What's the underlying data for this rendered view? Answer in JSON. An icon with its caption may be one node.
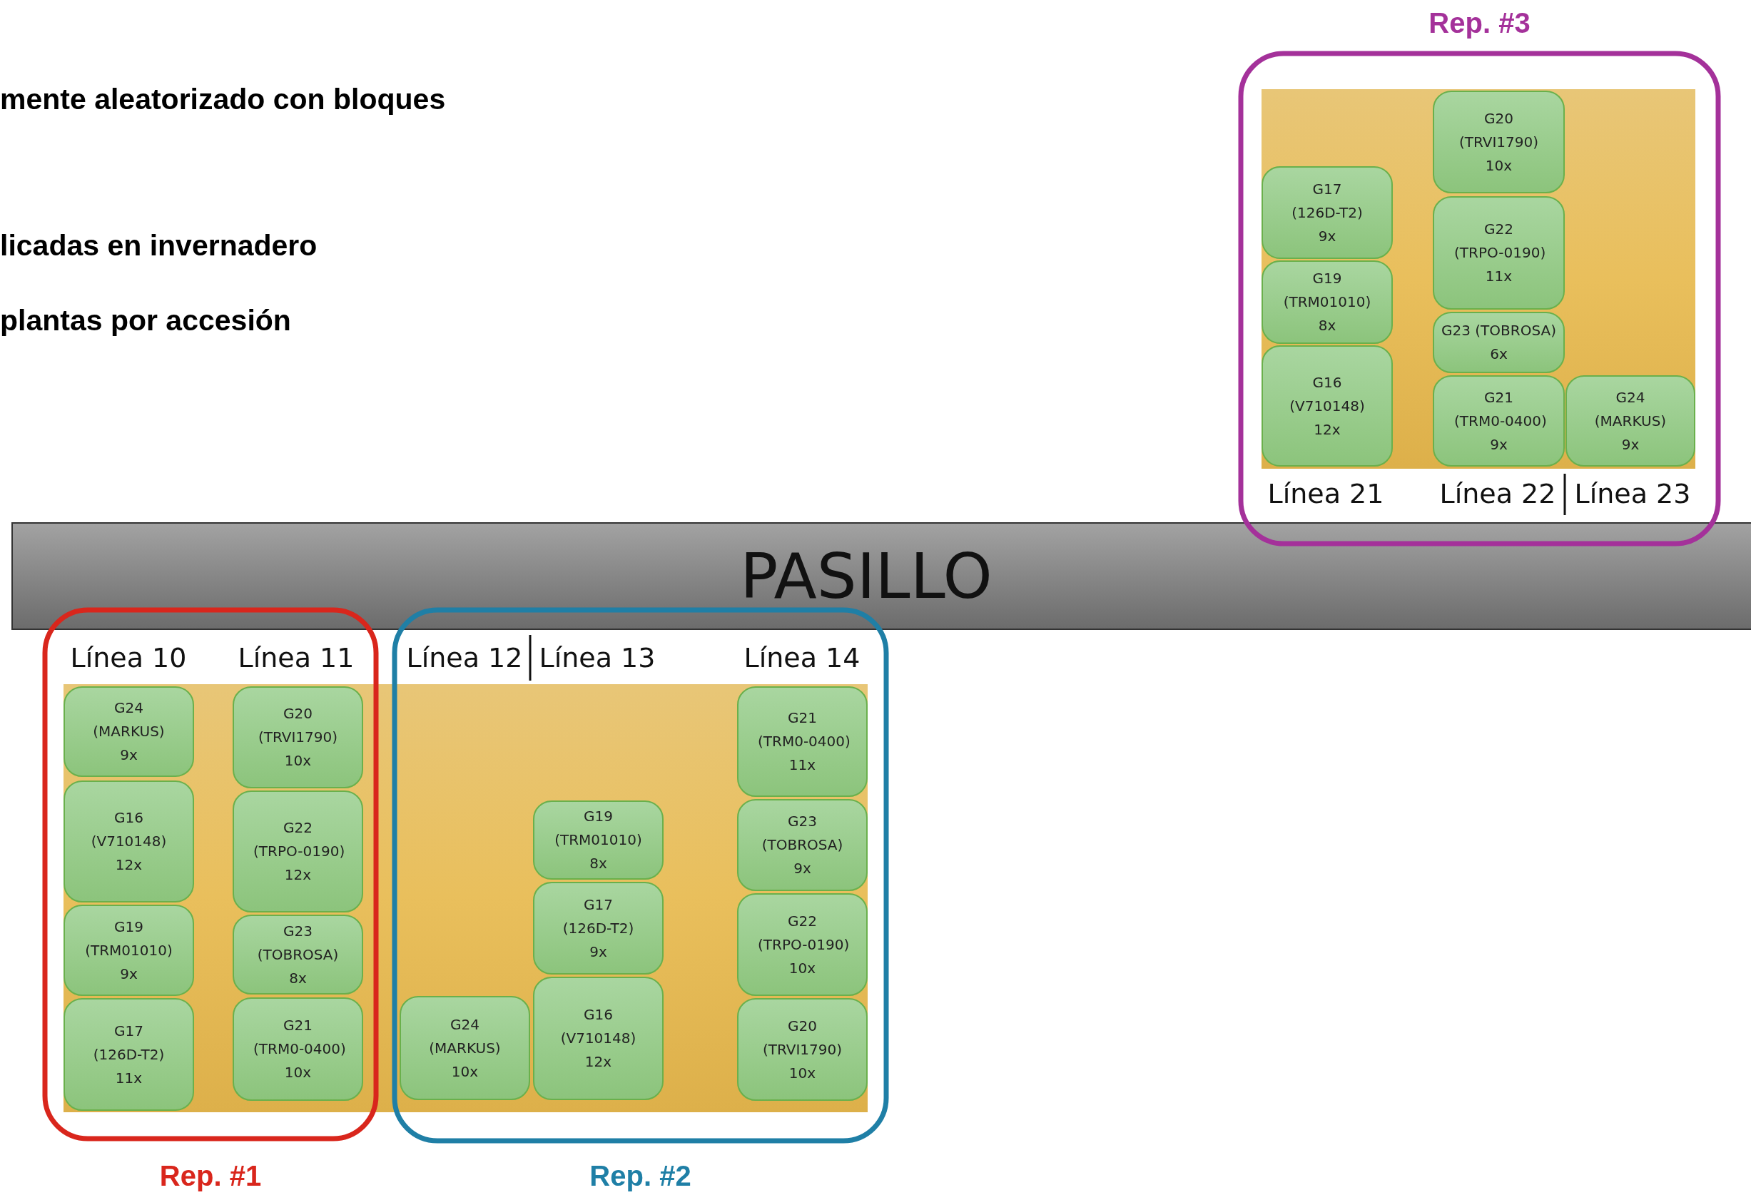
{
  "diagram": {
    "nodes": [
      {
        "text": [
          "Rep. #3"
        ]
      },
      {
        "text": [
          "G20 (TRVI1790) 10x"
        ],
        "in": 0
      },
      {
        "text": [
          "G17 (126D-T2) 9x"
        ],
        "in": 0
      },
      {
        "text": [
          "G22 (TRPO-0190) 11x"
        ],
        "in": 0
      },
      {
        "text": [
          "G19 (TRM01010) 8x"
        ],
        "in": 0
      },
      {
        "text": [
          "G23 (TOBROSA) 6x"
        ],
        "in": 0
      },
      {
        "text": [
          "G16 (V710148) 12x"
        ],
        "in": 0
      },
      {
        "text": [
          "G21 (TRM0-0400) 9x"
        ],
        "in": 0
      },
      {
        "text": [
          "G24 (MARKUS) 9x"
        ],
        "in": 0
      },
      {
        "text": [
          "PASILLO"
        ]
      },
      {
        "text": [
          "Rep. #1"
        ]
      },
      {
        "text": [
          "G24 (MARKUS) 9x"
        ],
        "in": 10
      },
      {
        "text": [
          "G16 (V710148) 12x"
        ],
        "in": 10
      },
      {
        "text": [
          "G19 (TRM01010) 9x"
        ],
        "in": 10
      },
      {
        "text": [
          "G17 (126D-T2) 11x"
        ],
        "in": 10
      },
      {
        "text": [
          "G20 (TRVI1790) 10x"
        ],
        "in": 10
      },
      {
        "text": [
          "G22 (TRPO-0190) 12x"
        ],
        "in": 10
      },
      {
        "text": [
          "G23 (TOBROSA) 8x"
        ],
        "in": 10
      },
      {
        "text": [
          "G21 (TRM0-0400) 10x"
        ],
        "in": 10
      },
      {
        "text": [
          "Rep. #2"
        ]
      },
      {
        "text": [
          "G19 (TRM01010) 8x"
        ],
        "in": 19
      },
      {
        "text": [
          "G17 (126D-T2) 9x"
        ],
        "in": 19
      },
      {
        "text": [
          "G24 (MARKUS) 10x"
        ],
        "in": 19
      },
      {
        "text": [
          "G16 (V710148) 12x"
        ],
        "in": 19
      },
      {
        "text": [
          "G21 (TRM0-0400) 11x"
        ],
        "in": 19
      },
      {
        "text": [
          "G23 (TOBROSA) 9x"
        ],
        "in": 19
      },
      {
        "text": [
          "G22 (TRPO-0190) 10x"
        ],
        "in": 19
      },
      {
        "text": [
          "G20 (TRVI1790) 10x"
        ],
        "in": 19
      }
    ],
    "edges": [],
    "labels": [
      "mente aleatorizado con bloques",
      "licadas en invernadero",
      "plantas por accesión",
      "Línea 21",
      "Línea 22",
      "Línea 23",
      "Línea 10",
      "Línea 11",
      "Línea 12",
      "Línea 13",
      "Línea 14"
    ]
  }
}
